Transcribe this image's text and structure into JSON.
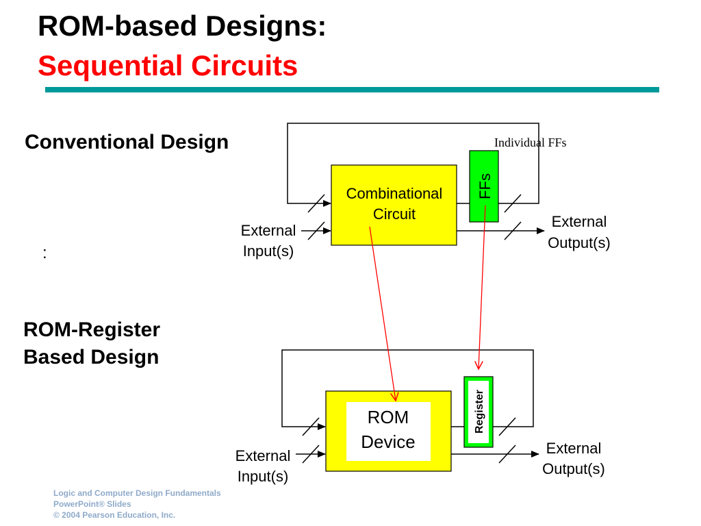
{
  "slide": {
    "title_line1": "ROM-based Designs:",
    "title_line2": "Sequential Circuits",
    "accent_color": "#009999",
    "title_color": "#ff0000"
  },
  "conventional": {
    "label": "Conventional Design",
    "colon": ":",
    "block_label_line1": "Combinational",
    "block_label_line2": "Circuit",
    "ff_label": "FFs",
    "ff_annotation": "Individual FFs",
    "input_label_line1": "External",
    "input_label_line2": "Input(s)",
    "output_label_line1": "External",
    "output_label_line2": "Output(s)"
  },
  "rom_register": {
    "label_line1": "ROM-Register",
    "label_line2": "Based Design",
    "rom_label_line1": "ROM",
    "rom_label_line2": "Device",
    "register_label": "Register",
    "input_label_line1": "External",
    "input_label_line2": "Input(s)",
    "output_label_line1": "External",
    "output_label_line2": "Output(s)"
  },
  "footer": {
    "line1": "Logic and Computer Design Fundamentals",
    "line2": "PowerPoint® Slides",
    "line3": "© 2004 Pearson Education, Inc."
  },
  "colors": {
    "block_fill": "#ffff00",
    "ff_fill": "#00ff00",
    "arrow_red": "#ff0000"
  }
}
